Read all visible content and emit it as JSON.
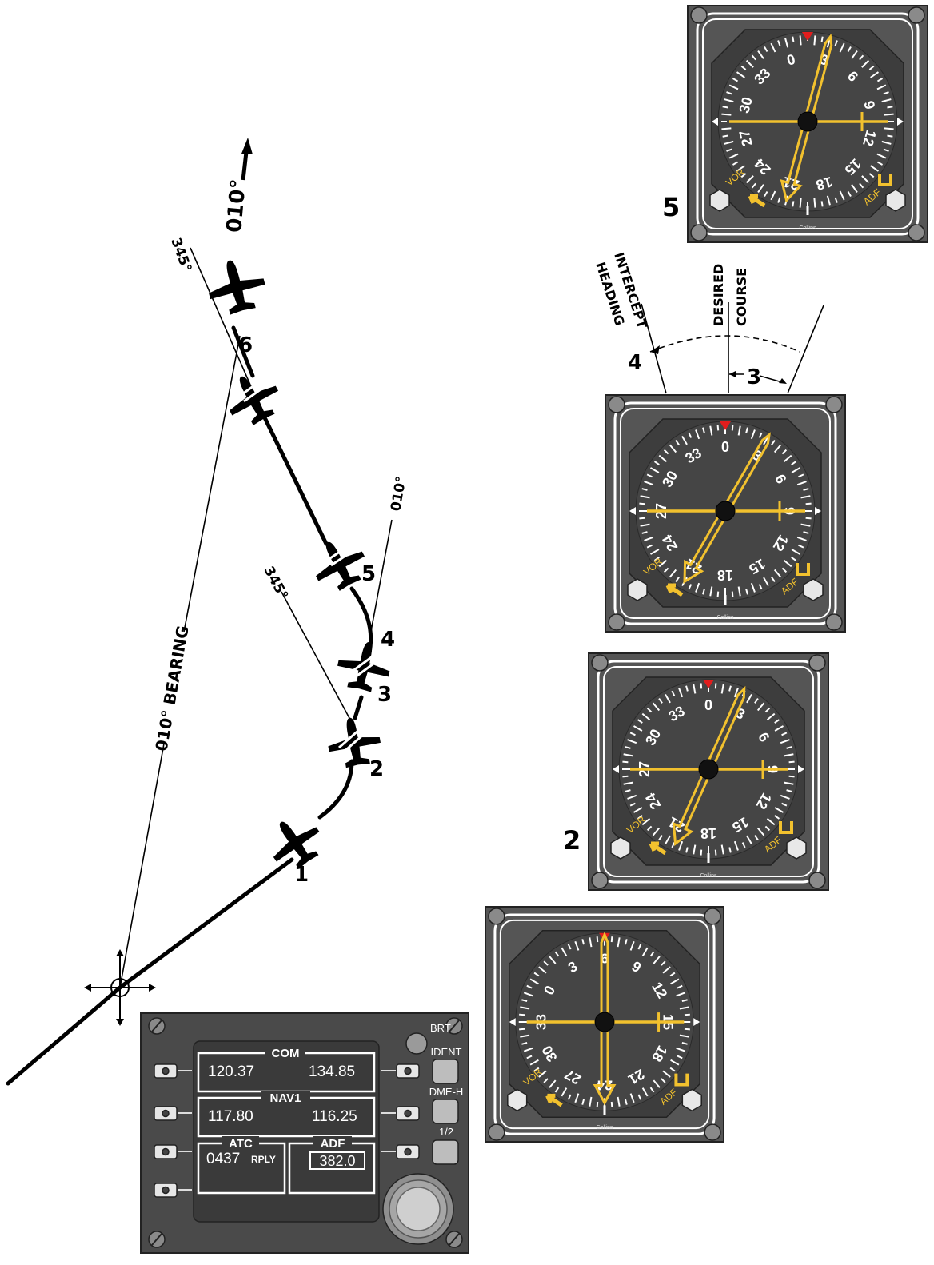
{
  "diagram": {
    "heading_label": "010°",
    "bearing_label": "010° BEARING",
    "radial_345_top": "345°",
    "radial_345_mid": "345°",
    "radial_010_mid": "010°",
    "positions": [
      "1",
      "2",
      "3",
      "4",
      "5",
      "6"
    ],
    "angle_labels": {
      "intercept_number": "4",
      "correction_number": "3"
    },
    "intercept_heading": [
      "INTERCEPT",
      "HEADING"
    ],
    "desired_course": [
      "DESIRED",
      "COURSE"
    ]
  },
  "instruments": [
    {
      "step_label": "5",
      "card_rotation_deg": -15,
      "needle_head_deg": 15,
      "vor": "VOR",
      "adf": "ADF",
      "brand": "Collins"
    },
    {
      "step_label": "",
      "card_rotation_deg": 0,
      "needle_head_deg": 30,
      "vor": "VOR",
      "adf": "ADF",
      "brand": "Collins"
    },
    {
      "step_label": "2",
      "card_rotation_deg": 0,
      "needle_head_deg": 24,
      "vor": "VOR",
      "adf": "ADF",
      "brand": "Collins"
    },
    {
      "step_label": "",
      "card_rotation_deg": -60,
      "needle_head_deg": 0,
      "vor": "VOR",
      "adf": "ADF",
      "brand": "Collins"
    }
  ],
  "card_numbers": [
    "0",
    "3",
    "6",
    "9",
    "12",
    "15",
    "18",
    "21",
    "24",
    "27",
    "30",
    "33"
  ],
  "radio_panel": {
    "brt": "BRT",
    "ident": "IDENT",
    "dme": "DME-H",
    "half": "1/2",
    "com": {
      "title": "COM",
      "active": "120.37",
      "standby": "134.85"
    },
    "nav1": {
      "title": "NAV1",
      "active": "117.80",
      "standby": "116.25"
    },
    "atc": {
      "title": "ATC",
      "code": "0437",
      "reply": "RPLY"
    },
    "adf": {
      "title": "ADF",
      "freq": "382.0"
    }
  },
  "colors": {
    "needle": "#f2c12e",
    "face": "#3d3d3d",
    "bezel": "#555555",
    "lubber": "#e11d1d"
  }
}
